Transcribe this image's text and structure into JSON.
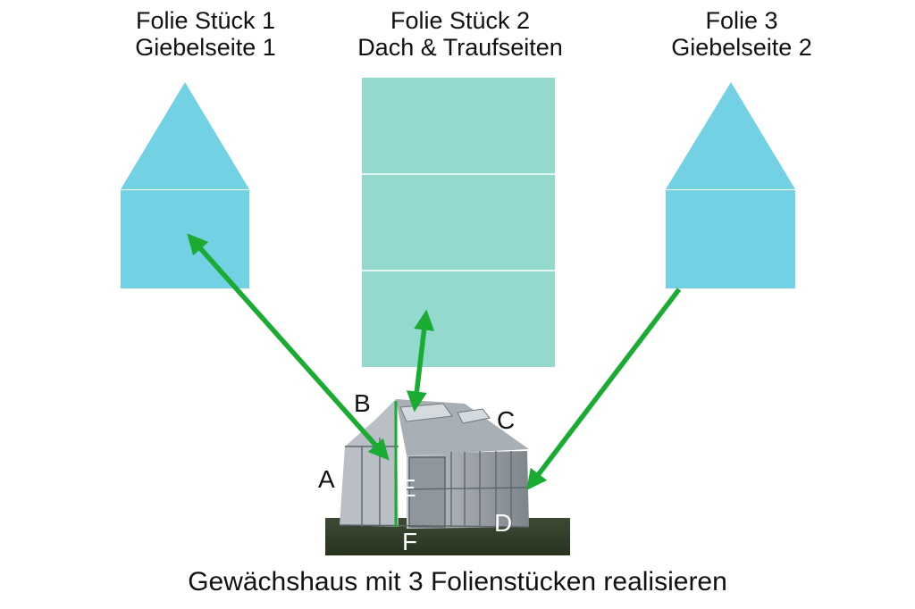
{
  "pieces": [
    {
      "line1": "Folie Stück 1",
      "line2": "Giebelseite 1"
    },
    {
      "line1": "Folie Stück 2",
      "line2": "Dach & Traufseiten"
    },
    {
      "line1": "Folie 3",
      "line2": "Giebelseite 2"
    }
  ],
  "point_labels": {
    "a": "A",
    "b": "B",
    "c": "C",
    "d": "D",
    "e": "E",
    "f": "F"
  },
  "caption": "Gewächshaus mit 3 Folienstücken realisieren",
  "colors": {
    "gable_film": "#72d1e3",
    "roof_film": "#93d9ce",
    "arrow": "#1aab32"
  }
}
